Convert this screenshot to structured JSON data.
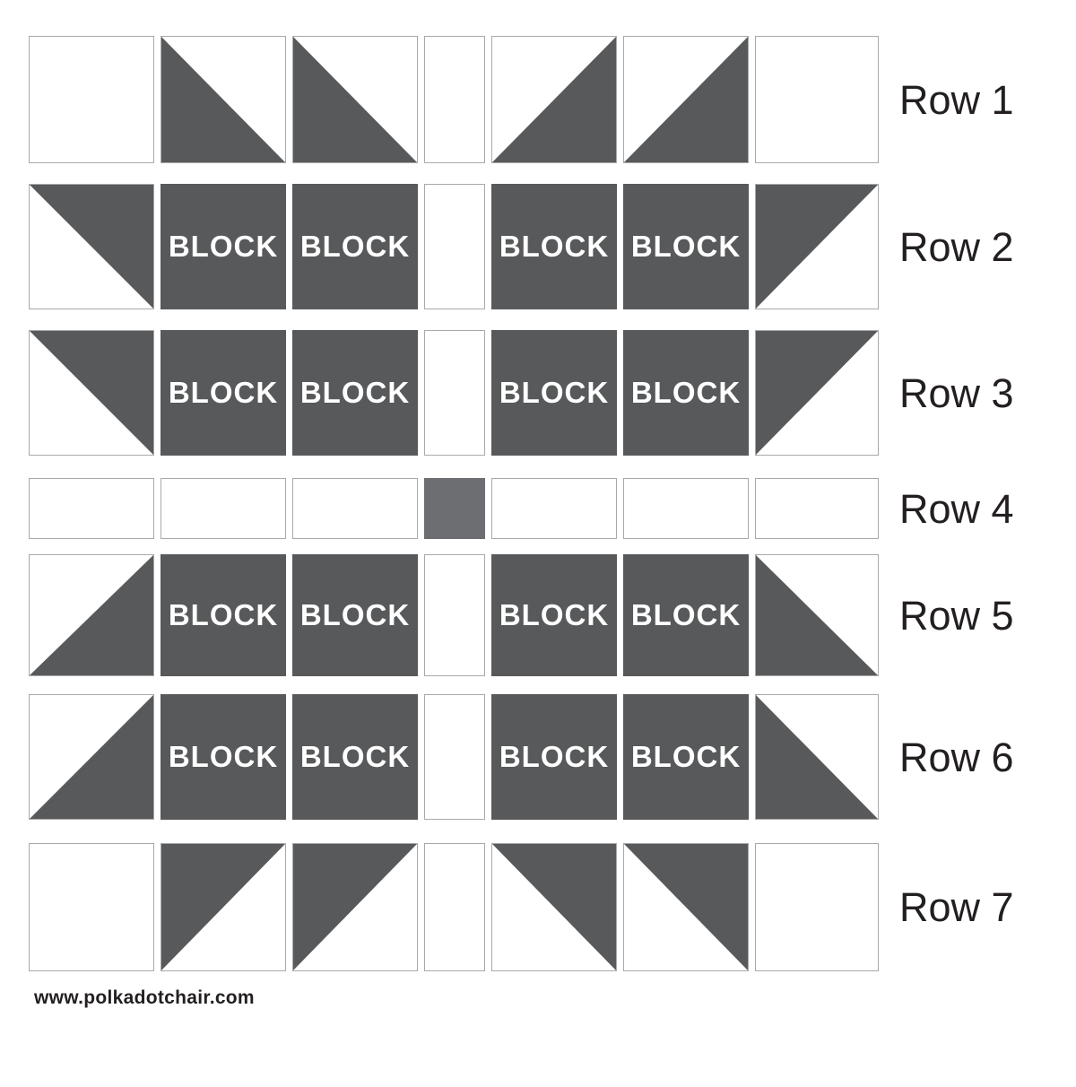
{
  "block_label": "BLOCK",
  "footer": {
    "website": "www.polkadotchair.com"
  },
  "colors": {
    "dark_gray": "#58595b",
    "cornerstone_gray": "#6d6e71",
    "cell_border": "#a7a9ac",
    "cell_white": "#ffffff",
    "text_black": "#231f20",
    "block_text_white": "#ffffff",
    "background": "#ffffff"
  },
  "quilt": {
    "columns": [
      140,
      140,
      140,
      68,
      140,
      140,
      138
    ],
    "rows": [
      {
        "label": "Row 1",
        "top_gap": 40,
        "height": 142,
        "cells": [
          {
            "type": "plain"
          },
          {
            "type": "hst",
            "dark": "bl"
          },
          {
            "type": "hst",
            "dark": "bl"
          },
          {
            "type": "plain"
          },
          {
            "type": "hst",
            "dark": "br"
          },
          {
            "type": "hst",
            "dark": "br"
          },
          {
            "type": "plain"
          }
        ]
      },
      {
        "label": "Row 2",
        "top_gap": 23,
        "height": 140,
        "cells": [
          {
            "type": "hst",
            "dark": "tr"
          },
          {
            "type": "block"
          },
          {
            "type": "block"
          },
          {
            "type": "plain"
          },
          {
            "type": "block"
          },
          {
            "type": "block"
          },
          {
            "type": "hst",
            "dark": "tl"
          }
        ]
      },
      {
        "label": "Row 3",
        "top_gap": 23,
        "height": 140,
        "cells": [
          {
            "type": "hst",
            "dark": "tr"
          },
          {
            "type": "block"
          },
          {
            "type": "block"
          },
          {
            "type": "plain"
          },
          {
            "type": "block"
          },
          {
            "type": "block"
          },
          {
            "type": "hst",
            "dark": "tl"
          }
        ]
      },
      {
        "label": "Row 4",
        "top_gap": 25,
        "height": 68,
        "cells": [
          {
            "type": "plain"
          },
          {
            "type": "plain"
          },
          {
            "type": "plain"
          },
          {
            "type": "cornerstone"
          },
          {
            "type": "plain"
          },
          {
            "type": "plain"
          },
          {
            "type": "plain"
          }
        ]
      },
      {
        "label": "Row 5",
        "top_gap": 17,
        "height": 136,
        "cells": [
          {
            "type": "hst",
            "dark": "br"
          },
          {
            "type": "block"
          },
          {
            "type": "block"
          },
          {
            "type": "plain"
          },
          {
            "type": "block"
          },
          {
            "type": "block"
          },
          {
            "type": "hst",
            "dark": "bl"
          }
        ]
      },
      {
        "label": "Row 6",
        "top_gap": 20,
        "height": 140,
        "cells": [
          {
            "type": "hst",
            "dark": "br"
          },
          {
            "type": "block"
          },
          {
            "type": "block"
          },
          {
            "type": "plain"
          },
          {
            "type": "block"
          },
          {
            "type": "block"
          },
          {
            "type": "hst",
            "dark": "bl"
          }
        ]
      },
      {
        "label": "Row 7",
        "top_gap": 26,
        "height": 143,
        "cells": [
          {
            "type": "plain"
          },
          {
            "type": "hst",
            "dark": "tl"
          },
          {
            "type": "hst",
            "dark": "tl"
          },
          {
            "type": "plain"
          },
          {
            "type": "hst",
            "dark": "tr"
          },
          {
            "type": "hst",
            "dark": "tr"
          },
          {
            "type": "plain"
          }
        ]
      }
    ]
  }
}
